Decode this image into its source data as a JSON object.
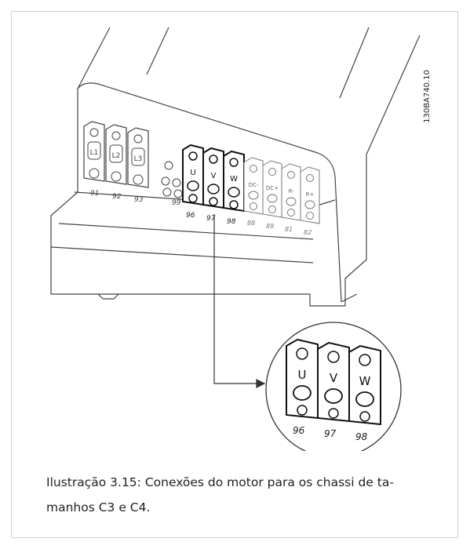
{
  "diagram": {
    "document_code": "130BA740.10",
    "main_terminals": [
      {
        "label": "L1",
        "number": "91"
      },
      {
        "label": "L2",
        "number": "92"
      },
      {
        "label": "L3",
        "number": "93"
      }
    ],
    "ground_number": "99",
    "motor_terminals": [
      {
        "label": "U",
        "number": "96"
      },
      {
        "label": "V",
        "number": "97"
      },
      {
        "label": "W",
        "number": "98"
      }
    ],
    "dc_terminals": [
      {
        "label": "DC-",
        "number": "88"
      },
      {
        "label": "DC+",
        "number": "89"
      },
      {
        "label": "R-",
        "number": "81"
      },
      {
        "label": "R+",
        "number": "82"
      }
    ],
    "zoom_terminals": [
      {
        "label": "U",
        "number": "96"
      },
      {
        "label": "V",
        "number": "97"
      },
      {
        "label": "W",
        "number": "98"
      }
    ]
  },
  "caption": {
    "line1": "Ilustração 3.15: Conexões do motor para os chassi de ta-",
    "line2": "manhos C3 e C4."
  }
}
